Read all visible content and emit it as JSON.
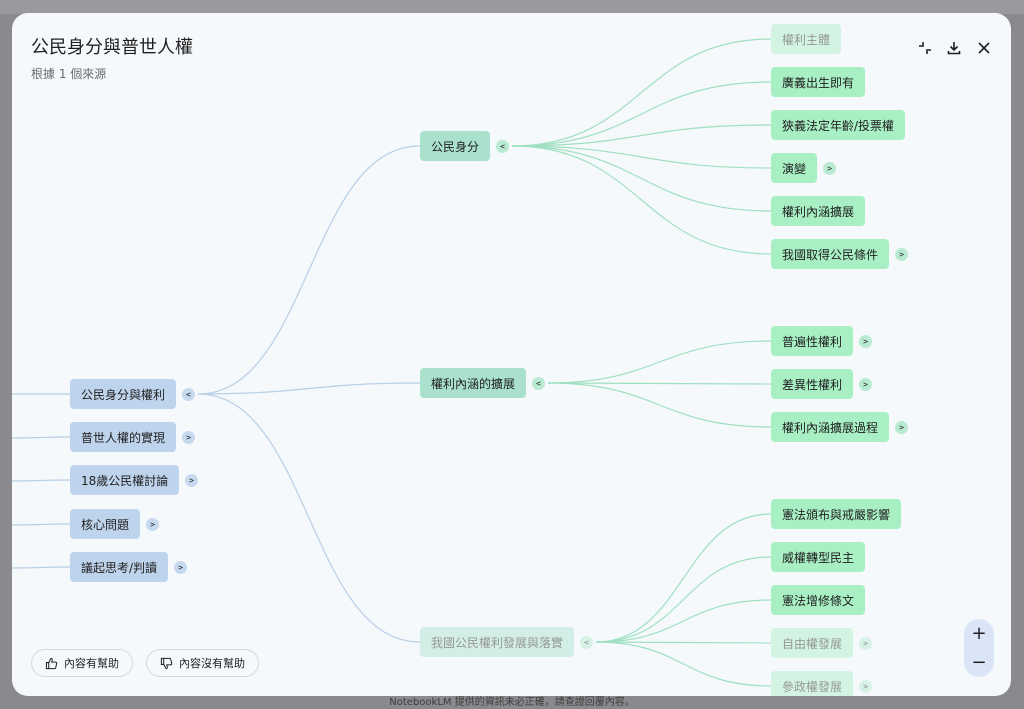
{
  "modal": {
    "title": "公民身分與普世人權",
    "subtitle": "根據 1 個來源",
    "buttons": {
      "collapse": "collapse-icon",
      "download": "download-icon",
      "close": "close-icon"
    }
  },
  "mindmap": {
    "left_nodes": [
      {
        "label": "公民身分與權利",
        "toggle": "<"
      },
      {
        "label": "普世人權的實現",
        "toggle": ">"
      },
      {
        "label": "18歲公民權討論",
        "toggle": ">"
      },
      {
        "label": "核心問題",
        "toggle": ">"
      },
      {
        "label": "議起思考/判讀",
        "toggle": ">"
      }
    ],
    "middle_nodes": [
      {
        "label": "公民身分",
        "toggle": "<"
      },
      {
        "label": "權利內涵的擴展",
        "toggle": "<"
      },
      {
        "label": "我國公民權利發展與落實",
        "toggle": "<"
      }
    ],
    "right_nodes": [
      {
        "label": "權利主體",
        "toggle": ""
      },
      {
        "label": "廣義出生即有",
        "toggle": ""
      },
      {
        "label": "狹義法定年齡/投票權",
        "toggle": ""
      },
      {
        "label": "演變",
        "toggle": ">"
      },
      {
        "label": "權利內涵擴展",
        "toggle": ""
      },
      {
        "label": "我國取得公民條件",
        "toggle": ">"
      },
      {
        "label": "普遍性權利",
        "toggle": ">"
      },
      {
        "label": "差異性權利",
        "toggle": ">"
      },
      {
        "label": "權利內涵擴展過程",
        "toggle": ">"
      },
      {
        "label": "憲法頒布與戒嚴影響",
        "toggle": ""
      },
      {
        "label": "威權轉型民主",
        "toggle": ""
      },
      {
        "label": "憲法增修條文",
        "toggle": ""
      },
      {
        "label": "自由權發展",
        "toggle": ">"
      },
      {
        "label": "參政權發展",
        "toggle": ">"
      }
    ]
  },
  "feedback": {
    "helpful": "內容有幫助",
    "not_helpful": "內容沒有幫助"
  },
  "zoom": {
    "in": "+",
    "out": "−"
  },
  "footer": "NotebookLM 提供的資訊未必正確，請查證回覆內容。",
  "colors": {
    "blue_node": "#bed3ec",
    "teal_node": "#a9e1cc",
    "green_node": "#a9efc4",
    "link_blue": "#b8cfe6",
    "link_green": "#9fe0c1"
  }
}
